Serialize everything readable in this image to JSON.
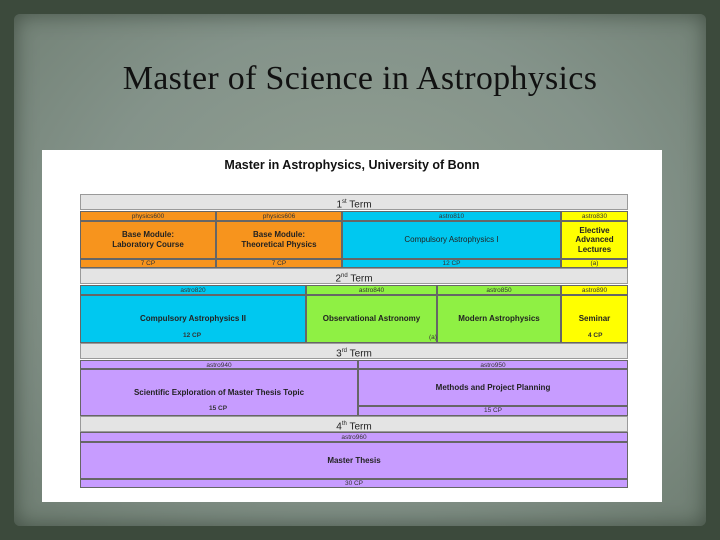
{
  "slide": {
    "title": "Master of Science in Astrophysics"
  },
  "diagram": {
    "title": "Master in Astrophysics, University of Bonn",
    "terms": [
      {
        "num": "1",
        "suffix": "st",
        "label": "Term"
      },
      {
        "num": "2",
        "suffix": "nd",
        "label": "Term"
      },
      {
        "num": "3",
        "suffix": "rd",
        "label": "Term"
      },
      {
        "num": "4",
        "suffix": "th",
        "label": "Term"
      }
    ],
    "term1": {
      "lab": {
        "code": "physics600",
        "name_line1": "Base Module:",
        "name_line2": "Laboratory Course",
        "cp": "7 CP"
      },
      "theo": {
        "code": "physics606",
        "name_line1": "Base Module:",
        "name_line2": "Theoretical Physics",
        "cp": "7 CP"
      },
      "comp1": {
        "code": "astro810",
        "name": "Compulsory Astrophysics I",
        "cp": "12 CP"
      },
      "elective": {
        "code": "astro830",
        "name_line1": "Elective",
        "name_line2": "Advanced",
        "name_line3": "Lectures",
        "cp": "(a)"
      }
    },
    "term2": {
      "comp2": {
        "code": "astro820",
        "name": "Compulsory Astrophysics II",
        "cp": "12 CP"
      },
      "obs": {
        "code": "astro840",
        "name": "Observational Astronomy"
      },
      "modern": {
        "code": "astro850",
        "name": "Modern Astrophysics"
      },
      "shared_cp": "(a)",
      "seminar": {
        "code": "astro890",
        "name": "Seminar",
        "cp": "4 CP"
      }
    },
    "term3": {
      "sci": {
        "code": "astro940",
        "name": "Scientific Exploration of Master Thesis Topic",
        "cp": "15 CP"
      },
      "methods": {
        "code": "astro950",
        "name": "Methods and Project Planning",
        "cp": "15 CP"
      }
    },
    "term4": {
      "thesis": {
        "code": "astro960",
        "name": "Master Thesis",
        "cp": "30 CP"
      }
    },
    "colors": {
      "base_module": "#f7941d",
      "compulsory": "#00c8f0",
      "elective": "#ffff00",
      "observational": "#8ff044",
      "thesis": "#c79cff",
      "term_bar": "#e4e4e4"
    }
  }
}
